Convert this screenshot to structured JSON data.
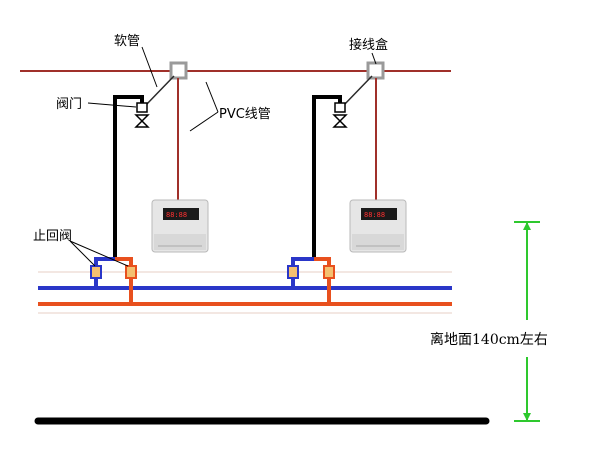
{
  "labels": {
    "hose": "软管",
    "junction_box": "接线盒",
    "valve": "阀门",
    "pvc_conduit": "PVC线管",
    "check_valve": "止回阀",
    "height_note": "离地面140cm左右"
  },
  "colors": {
    "red_wire": "#a0302a",
    "blue_pipe": "#2a36c8",
    "orange_pipe": "#e8501e",
    "black_pipe": "#000000",
    "dimension_green": "#2ec82e",
    "junction_box_gray": "#9a9a9a"
  },
  "devices": {
    "meter_left": {
      "display": "88:88"
    },
    "meter_right": {
      "display": "88:88"
    }
  }
}
